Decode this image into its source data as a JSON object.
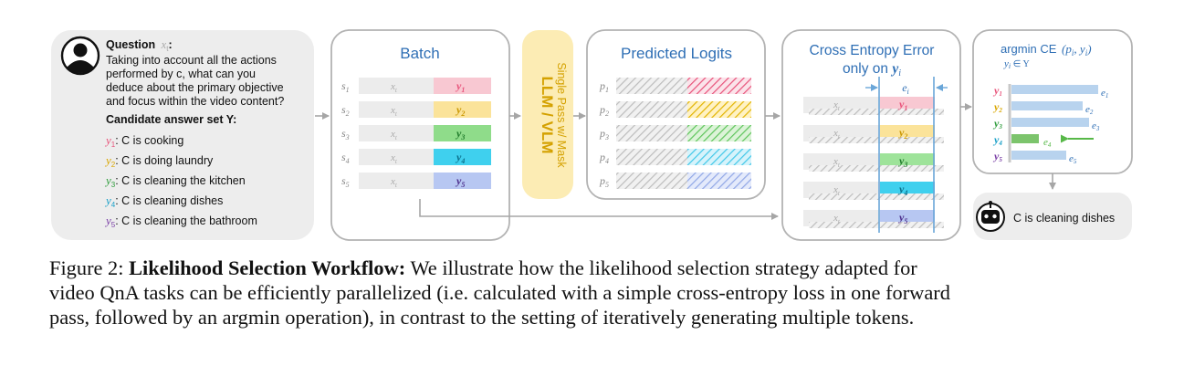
{
  "figure": {
    "question": {
      "title": "Question",
      "var": "x",
      "sub": "t",
      "colon": ":",
      "lines": [
        "Taking into account all the actions",
        "performed by c, what can you",
        "deduce about the primary objective",
        "and focus within the video content?"
      ],
      "candidate_title": "Candidate answer set Y:",
      "answers": [
        {
          "sym": "y",
          "sub": "1",
          "text": ": C is cooking",
          "color": "#e8527a"
        },
        {
          "sym": "y",
          "sub": "2",
          "text": ": C is doing laundry",
          "color": "#d9a600"
        },
        {
          "sym": "y",
          "sub": "3",
          "text": ": C is cleaning the kitchen",
          "color": "#2e9c3c"
        },
        {
          "sym": "y",
          "sub": "4",
          "text": ": C is cleaning dishes",
          "color": "#1aa0c8"
        },
        {
          "sym": "y",
          "sub": "5",
          "text": ": C is cleaning the bathroom",
          "color": "#7a3fa6"
        }
      ]
    },
    "batch": {
      "title": "Batch",
      "rows": [
        {
          "s": "s",
          "sub": "1",
          "x": "x",
          "xsub": "t",
          "y": "y",
          "ysub": "1",
          "fill": "#f8c8d2",
          "ink": "#e8527a"
        },
        {
          "s": "s",
          "sub": "2",
          "x": "x",
          "xsub": "t",
          "y": "y",
          "ysub": "2",
          "fill": "#fbe39a",
          "ink": "#c99600"
        },
        {
          "s": "s",
          "sub": "3",
          "x": "x",
          "xsub": "t",
          "y": "y",
          "ysub": "3",
          "fill": "#8fdc8a",
          "ink": "#1f7a2a"
        },
        {
          "s": "s",
          "sub": "4",
          "x": "x",
          "xsub": "t",
          "y": "y",
          "ysub": "4",
          "fill": "#3fd0ee",
          "ink": "#0b6e8a"
        },
        {
          "s": "s",
          "sub": "5",
          "x": "x",
          "xsub": "t",
          "y": "y",
          "ysub": "5",
          "fill": "#b7c7f2",
          "ink": "#4a2c8a"
        }
      ]
    },
    "llm": {
      "title": "LLM / VLM",
      "subtitle": "Single Pass w/ Mask"
    },
    "logits": {
      "title": "Predicted Logits",
      "rows": [
        {
          "p": "p",
          "sub": "1",
          "stripe": "#e8527a"
        },
        {
          "p": "p",
          "sub": "2",
          "stripe": "#e2b400"
        },
        {
          "p": "p",
          "sub": "3",
          "stripe": "#5cc45a"
        },
        {
          "p": "p",
          "sub": "4",
          "stripe": "#3fc7e8"
        },
        {
          "p": "p",
          "sub": "5",
          "stripe": "#8fa6e6"
        }
      ]
    },
    "ce": {
      "title1": "Cross Entropy Error",
      "title2": "only on",
      "title2var": "y",
      "title2sub": "i",
      "e": "e",
      "esub": "i",
      "rows": [
        {
          "x": "x",
          "xsub": "t",
          "y": "y",
          "ysub": "1",
          "fill": "#f8c8d2",
          "ink": "#e8527a"
        },
        {
          "x": "x",
          "xsub": "t",
          "y": "y",
          "ysub": "2",
          "fill": "#fbe39a",
          "ink": "#c99600"
        },
        {
          "x": "x",
          "xsub": "t",
          "y": "y",
          "ysub": "3",
          "fill": "#9ee39a",
          "ink": "#1f7a2a"
        },
        {
          "x": "x",
          "xsub": "t",
          "y": "y",
          "ysub": "4",
          "fill": "#3fd0ee",
          "ink": "#0b6e8a"
        },
        {
          "x": "x",
          "xsub": "t",
          "y": "y",
          "ysub": "5",
          "fill": "#b7c7f2",
          "ink": "#4a2c8a"
        }
      ]
    },
    "argmin": {
      "title": "argmin CE",
      "args": "(p",
      "argsub1": "i",
      "argmid": ", y",
      "argsub2": "i",
      "argend": ")",
      "constraint": "y",
      "constraint_sub": "i",
      "constraint_rest": " ∈ Y",
      "rows": [
        {
          "y": "y",
          "ysub": "1",
          "e": "e",
          "esub": "1",
          "ink": "#e8527a",
          "bar": "#b8d3ee",
          "len": 0.95
        },
        {
          "y": "y",
          "ysub": "2",
          "e": "e",
          "esub": "2",
          "ink": "#d9a600",
          "bar": "#b8d3ee",
          "len": 0.78
        },
        {
          "y": "y",
          "ysub": "3",
          "e": "e",
          "esub": "3",
          "ink": "#2e9c3c",
          "bar": "#b8d3ee",
          "len": 0.85
        },
        {
          "y": "y",
          "ysub": "4",
          "e": "e",
          "esub": "4",
          "ink": "#1aa0c8",
          "bar": "#7cc46c",
          "len": 0.3
        },
        {
          "y": "y",
          "ysub": "5",
          "e": "e",
          "esub": "5",
          "ink": "#7a3fa6",
          "bar": "#b8d3ee",
          "len": 0.6
        }
      ]
    },
    "result": {
      "text": "C is cleaning dishes"
    }
  },
  "caption": {
    "label": "Figure 2:",
    "bold": "Likelihood Selection Workflow:",
    "line1": "We illustrate how the likelihood selection strategy adapted for",
    "line2": "video QnA tasks can be efficiently parallelized (i.e. calculated with a simple cross-entropy loss in one forward",
    "line3": "pass, followed by an argmin operation), in contrast to the setting of iteratively generating multiple tokens."
  }
}
